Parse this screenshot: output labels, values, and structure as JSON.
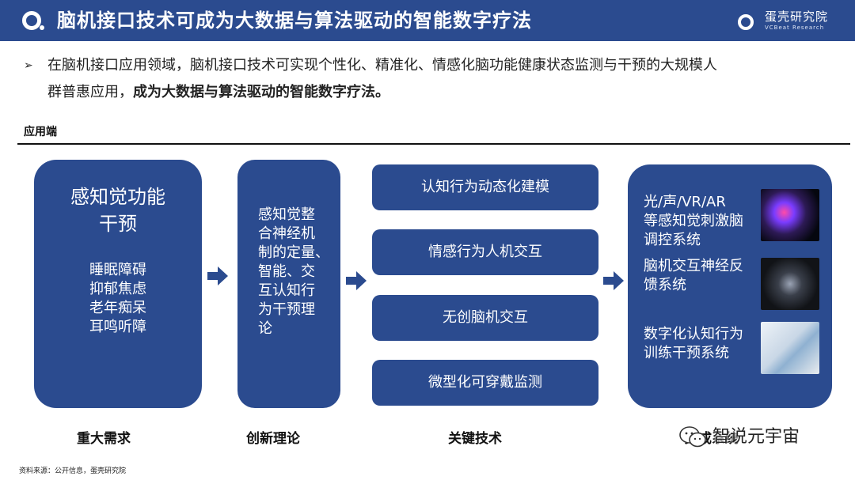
{
  "header": {
    "title": "脑机接口技术可成为大数据与算法驱动的智能数字疗法",
    "logo_name": "蛋壳研究院",
    "logo_sub": "VCBeat Research"
  },
  "bullet": {
    "marker": "➢",
    "line1": "在脑机接口应用领域，脑机接口技术可实现个性化、精准化、情感化脑功能健康状态监测与干预的大规模人",
    "line2_normal": "群普惠应用，",
    "line2_bold": "成为大数据与算法驱动的智能数字疗法。"
  },
  "section_label": "应用端",
  "card_need": {
    "title_line1": "感知觉功能",
    "title_line2": "干预",
    "items": [
      "睡眠障碍",
      "抑郁焦虑",
      "老年痴呆",
      "耳鸣听障"
    ]
  },
  "card_theory": {
    "lines": [
      "感知觉整",
      "合神经机",
      "制的定量、",
      "智能、交",
      "互认知行",
      "为干预理",
      "论"
    ]
  },
  "tech": [
    "认知行为动态化建模",
    "情感行为人机交互",
    "无创脑机交互",
    "微型化可穿戴监测"
  ],
  "card_system": {
    "item1": [
      "光/声/VR/AR",
      "等感知觉刺激脑",
      "调控系统"
    ],
    "item2": [
      "脑机交互神经反",
      "馈系统"
    ],
    "item3": [
      "数字化认知行为",
      "训练干预系统"
    ]
  },
  "labels": [
    "重大需求",
    "创新理论",
    "关键技术",
    "集成系统"
  ],
  "wechat": "智说元宇宙",
  "source": "资料来源：公开信息，蛋壳研究院",
  "colors": {
    "primary": "#2b4b8f",
    "text": "#222222"
  },
  "icons": [
    "arrow-right-icon",
    "wechat-icon"
  ]
}
